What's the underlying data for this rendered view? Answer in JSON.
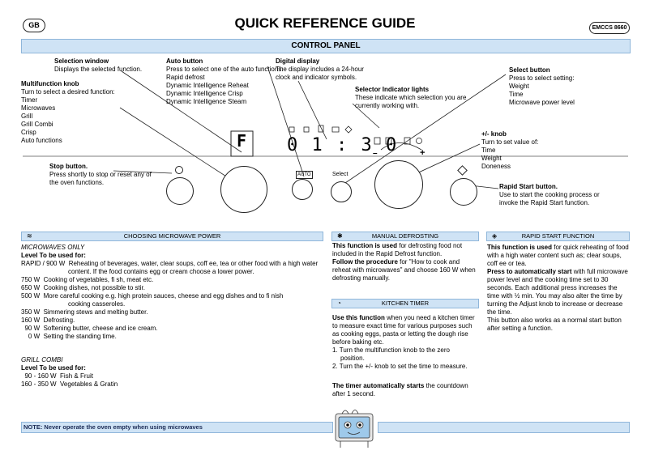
{
  "header": {
    "lang_badge": "GB",
    "title": "QUICK REFERENCE GUIDE",
    "model_badge": "EMCCS 8660"
  },
  "control_panel": {
    "title": "CONTROL PANEL",
    "selection_window": {
      "heading": "Selection window",
      "text": "Displays the selected function."
    },
    "auto_button": {
      "heading": "Auto button",
      "lines": [
        "Press to select one of the auto functions:",
        "Rapid defrost",
        "Dynamic Intelligence Reheat",
        "Dynamic Intelligence Crisp",
        "Dynamic Intelligence Steam"
      ]
    },
    "digital_display": {
      "heading": "Digital display",
      "lines": [
        "The display includes a 24-hour",
        "clock and indicator symbols."
      ]
    },
    "select_button": {
      "heading": "Select button",
      "lines": [
        "Press to select setting:",
        "Weight",
        "Time",
        "Microwave power level"
      ]
    },
    "multifunction_knob": {
      "heading": "Multifunction knob",
      "lines": [
        "Turn to select a desired function:",
        "Timer",
        "Microwaves",
        "Grill",
        "Grill Combi",
        "Crisp",
        "Auto functions"
      ]
    },
    "selector_lights": {
      "heading": "Selector Indicator lights",
      "lines": [
        "These indicate which selection you are",
        "currently working with."
      ]
    },
    "plus_minus_knob": {
      "heading": "+/- knob",
      "lines": [
        "Turn to set value of:",
        "Time",
        "Weight",
        "Doneness"
      ]
    },
    "stop_button": {
      "heading": "Stop button.",
      "lines": [
        "Press shortly to stop or reset any of",
        "the oven functions."
      ]
    },
    "rapid_start_button": {
      "heading": "Rapid Start button.",
      "lines": [
        "Use to start the cooking process or",
        "invoke the Rapid Start function."
      ]
    },
    "display": {
      "selection_letter": "F",
      "digits": "0 1 : 3 0",
      "auto_label": "AUTO",
      "select_label": "Select",
      "minus": "–",
      "plus": "+"
    }
  },
  "microwave_power": {
    "bar_title": "CHOOSING MICROWAVE POWER",
    "subtitle": "MICROWAVES ONLY",
    "level_heading": "Level  To be used for:",
    "rows": [
      {
        "level": "RAPID / 900 W",
        "text": "Reheating of beverages, water, clear soups, coff ee, tea or other food with a high water",
        "cont": "content. If the food contains egg or cream choose a lower power."
      },
      {
        "level": "750 W",
        "text": "Cooking of vegetables, fi sh, meat etc.",
        "cont": ""
      },
      {
        "level": "650 W",
        "text": "Cooking dishes, not possible to stir.",
        "cont": ""
      },
      {
        "level": "500 W",
        "text": "More careful cooking e.g. high protein sauces, cheese and egg dishes and to fi nish",
        "cont": "cooking casseroles."
      },
      {
        "level": "350 W",
        "text": "Simmering stews and melting butter.",
        "cont": ""
      },
      {
        "level": "160 W",
        "text": "Defrosting.",
        "cont": ""
      },
      {
        "level": "90 W",
        "text": "Softening butter, cheese and ice cream.",
        "cont": ""
      },
      {
        "level": "0 W",
        "text": "Setting the standing time.",
        "cont": ""
      }
    ],
    "grill_subtitle": "GRILL COMBI",
    "grill_level_heading": "Level  To be used for:",
    "grill_rows": [
      {
        "level": "90 - 160 W",
        "text": "Fish & Fruit"
      },
      {
        "level": "160 - 350 W",
        "text": "Vegetables & Gratin"
      }
    ]
  },
  "manual_defrosting": {
    "bar_title": "MANUAL DEFROSTING",
    "p1_bold": "This function is used",
    "p1_lines": [
      " for defrosting food not",
      "included in the Rapid Defrost function."
    ],
    "p2_bold": "Follow the procedure",
    "p2_lines": [
      " for \"How to cook and",
      "reheat with microwaves\" and choose 160 W when",
      "defrosting manually."
    ]
  },
  "kitchen_timer": {
    "bar_title": "KITCHEN TIMER",
    "p1_bold": "Use this function",
    "p1_lines": [
      " when you need a kitchen timer",
      "to measure exact time for various purposes such",
      "as cooking eggs, pasta or letting the dough rise",
      "before baking etc."
    ],
    "steps": [
      "1. Turn the multifunction knob to the zero",
      "    position.",
      "2. Turn the +/- knob to set the time to measure."
    ],
    "p2_bold": "The timer automatically starts",
    "p2_lines": [
      " the countdown",
      "after 1 second."
    ]
  },
  "rapid_start": {
    "bar_title": "RAPID START FUNCTION",
    "p1_bold": "This function is used",
    "p1_lines": [
      " for quick reheating of food",
      "with a high water content such as; clear soups,",
      "coff ee or tea."
    ],
    "p2_bold": "Press to automatically start",
    "p2_lines": [
      " with full microwave",
      "power level and the cooking time set to 30",
      "seconds. Each additional press increases the",
      "time with ½ min. You may also alter the time by",
      "turning the Adjust knob to increase or decrease",
      "the time.",
      "This button also works as a normal start button",
      "after setting a function."
    ]
  },
  "footer": {
    "note": "NOTE: Never operate the oven empty when using microwaves"
  },
  "colors": {
    "bar_fill": "#cfe3f5",
    "bar_border": "#8fb6da"
  }
}
